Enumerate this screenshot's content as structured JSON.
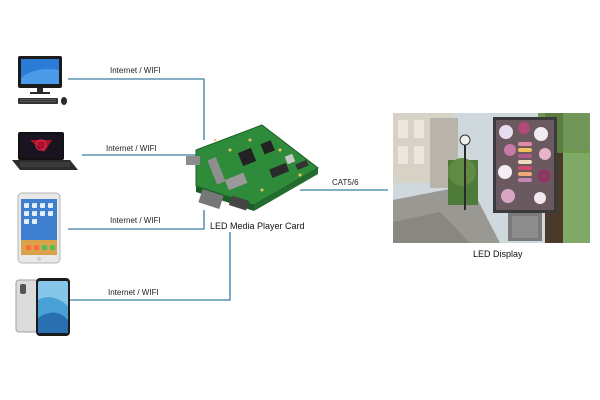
{
  "devices": [
    {
      "name": "desktop-computer",
      "icon": "desktop-computer-icon",
      "link_label": "Internet / WIFI"
    },
    {
      "name": "laptop",
      "icon": "laptop-icon",
      "link_label": "Internet / WIFI"
    },
    {
      "name": "tablet",
      "icon": "tablet-icon",
      "link_label": "Internet / WIFI"
    },
    {
      "name": "smartphone",
      "icon": "smartphone-icon",
      "link_label": "Internet / WIFI"
    }
  ],
  "player_card": {
    "label": "LED Media Player Card",
    "icon": "circuit-board-icon"
  },
  "display_link": {
    "label": "CAT5/6"
  },
  "led_display": {
    "label": "LED Display",
    "icon": "street-billboard-photo"
  },
  "colors": {
    "connector_line": "#3a7ca5",
    "board_green": "#2e8b3a"
  }
}
